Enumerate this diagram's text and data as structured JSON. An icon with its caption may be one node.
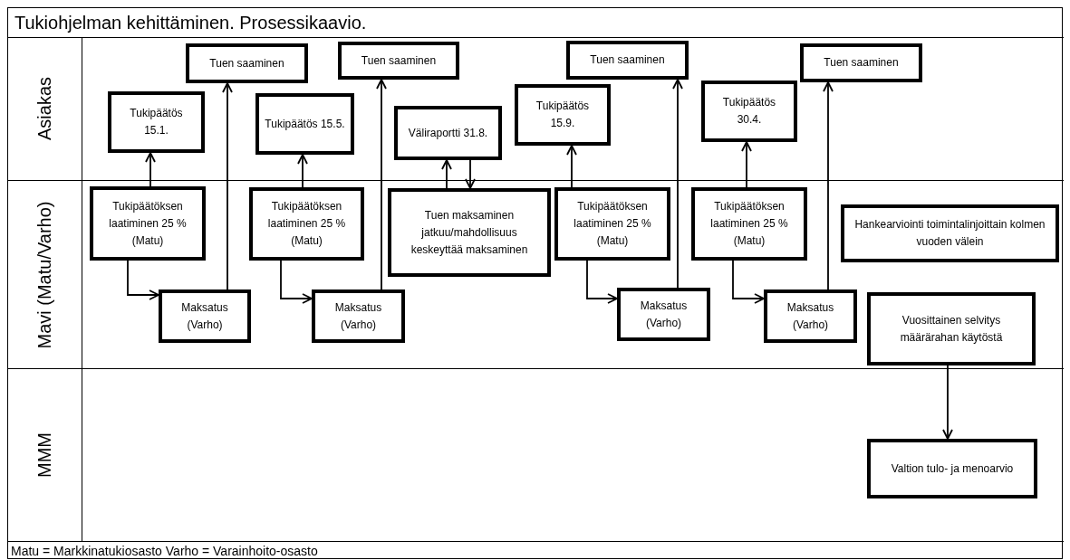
{
  "diagram": {
    "title": "Tukiohjelman kehittäminen. Prosessikaavio.",
    "nodes": [
      {
        "text": [
          "Asiakas"
        ]
      },
      {
        "text": [
          "Tukipäätös 15.1."
        ],
        "in": 0
      },
      {
        "text": [
          "Tuen saaminen"
        ],
        "in": 0
      },
      {
        "text": [
          "Tukipäätös 15.5."
        ],
        "in": 0
      },
      {
        "text": [
          "Tuen saaminen"
        ],
        "in": 0
      },
      {
        "text": [
          "Väliraportti 31.8."
        ],
        "in": 0
      },
      {
        "text": [
          "Tukipäätös 15.9."
        ],
        "in": 0
      },
      {
        "text": [
          "Tuen saaminen"
        ],
        "in": 0
      },
      {
        "text": [
          "Tukipäätös 30.4."
        ],
        "in": 0
      },
      {
        "text": [
          "Tuen saaminen"
        ],
        "in": 0
      },
      {
        "text": [
          "Mavi (Matu/Varho)"
        ]
      },
      {
        "text": [
          "Tukipäätöksen laatiminen 25 % (Matu)"
        ],
        "in": 10
      },
      {
        "text": [
          "Maksatus (Varho)"
        ],
        "in": 10
      },
      {
        "text": [
          "Tukipäätöksen laatiminen 25 % (Matu)"
        ],
        "in": 10
      },
      {
        "text": [
          "Maksatus (Varho)"
        ],
        "in": 10
      },
      {
        "text": [
          "Tuen maksaminen jatkuu/mahdollisuus keskeyttää maksaminen"
        ],
        "in": 10
      },
      {
        "text": [
          "Tukipäätöksen laatiminen 25 % (Matu)"
        ],
        "in": 10
      },
      {
        "text": [
          "Maksatus (Varho)"
        ],
        "in": 10
      },
      {
        "text": [
          "Tukipäätöksen laatiminen 25 % (Matu)"
        ],
        "in": 10
      },
      {
        "text": [
          "Maksatus (Varho)"
        ],
        "in": 10
      },
      {
        "text": [
          "Hankearviointi toimintalinjoittain kolmen vuoden välein"
        ],
        "in": 10
      },
      {
        "text": [
          "Vuosittainen selvitys määrärahan käytöstä"
        ],
        "in": 10
      },
      {
        "text": [
          "MMM"
        ]
      },
      {
        "text": [
          "Valtion tulo- ja menoarvio"
        ],
        "in": 22
      }
    ],
    "edges": [
      {
        "from": 11,
        "to": 1,
        "arrow": "to"
      },
      {
        "from": 11,
        "to": 12,
        "arrow": "to"
      },
      {
        "from": 12,
        "to": 2,
        "arrow": "to"
      },
      {
        "from": 13,
        "to": 3,
        "arrow": "to"
      },
      {
        "from": 13,
        "to": 14,
        "arrow": "to"
      },
      {
        "from": 14,
        "to": 4,
        "arrow": "to"
      },
      {
        "from": 15,
        "to": 5,
        "arrow": "to"
      },
      {
        "from": 5,
        "to": 15,
        "arrow": "to"
      },
      {
        "from": 16,
        "to": 6,
        "arrow": "to"
      },
      {
        "from": 16,
        "to": 17,
        "arrow": "to"
      },
      {
        "from": 17,
        "to": 7,
        "arrow": "to"
      },
      {
        "from": 18,
        "to": 8,
        "arrow": "to"
      },
      {
        "from": 18,
        "to": 19,
        "arrow": "to"
      },
      {
        "from": 19,
        "to": 9,
        "arrow": "to"
      },
      {
        "from": 21,
        "to": 23,
        "arrow": "to"
      }
    ],
    "labels": [
      "Matu = Markkinatukiosasto Varho = Varainhoito-osasto"
    ]
  }
}
